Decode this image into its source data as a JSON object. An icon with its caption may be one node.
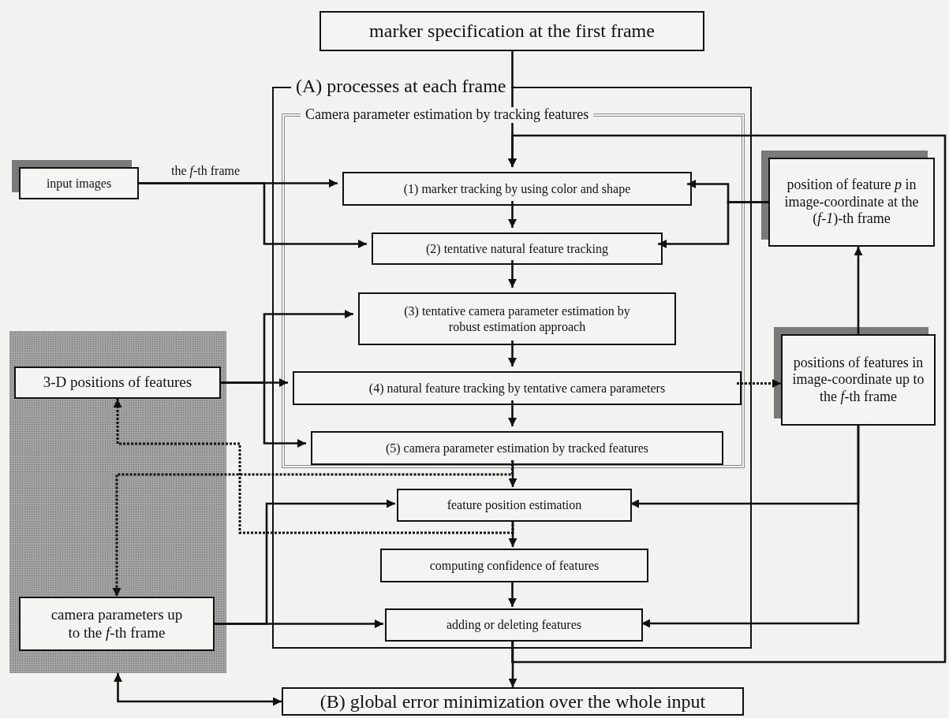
{
  "diagram": {
    "nodes": [
      {
        "text": [
          "marker specification at the first frame"
        ]
      },
      {
        "text": [
          "input images"
        ]
      },
      {
        "text": [
          "(A) processes at each frame"
        ]
      },
      {
        "text": [
          "Camera parameter estimation by tracking features"
        ],
        "in": 2
      },
      {
        "text": [
          "(1) marker tracking by using color and shape"
        ],
        "in": 3
      },
      {
        "text": [
          "(2) tentative natural feature tracking"
        ],
        "in": 3
      },
      {
        "text": [
          "(3) tentative camera parameter estimation by robust estimation approach"
        ],
        "in": 3
      },
      {
        "text": [
          "(4) natural feature tracking by tentative camera parameters"
        ],
        "in": 3
      },
      {
        "text": [
          "(5) camera parameter estimation by tracked features"
        ],
        "in": 3
      },
      {
        "text": [
          "feature position estimation"
        ],
        "in": 2
      },
      {
        "text": [
          "computing confidence of features"
        ],
        "in": 2
      },
      {
        "text": [
          "adding or deleting features"
        ],
        "in": 2
      },
      {
        "text": [
          "position of feature *p* in image-coordinate at the (*f-1*)-th frame"
        ]
      },
      {
        "text": [
          "positions of features in image-coordinate up to the *f*-th frame"
        ]
      },
      {
        "text": [],
        "shape": "box"
      },
      {
        "text": [
          "3-D positions of features"
        ],
        "in": 14
      },
      {
        "text": [
          "camera parameters up to the *f*-th frame"
        ],
        "in": 14
      },
      {
        "text": [
          "(B) global error minimization over the whole input"
        ]
      }
    ],
    "edges": [
      {
        "from": 0,
        "to": 4,
        "arrow": "to"
      },
      {
        "from": 1,
        "to": 4,
        "arrow": "to",
        "label": "the *f*-th frame"
      },
      {
        "from": 1,
        "to": 5,
        "arrow": "to"
      },
      {
        "from": 4,
        "to": 5,
        "arrow": "to"
      },
      {
        "from": 5,
        "to": 6,
        "arrow": "to"
      },
      {
        "from": 6,
        "to": 7,
        "arrow": "to"
      },
      {
        "from": 7,
        "to": 8,
        "arrow": "to"
      },
      {
        "from": 8,
        "to": 9,
        "arrow": "to"
      },
      {
        "from": 9,
        "to": 10,
        "arrow": "to"
      },
      {
        "from": 10,
        "to": 11,
        "arrow": "to"
      },
      {
        "from": 11,
        "to": 17,
        "arrow": "to"
      },
      {
        "from": 11,
        "to": 4,
        "arrow": "to"
      },
      {
        "from": 12,
        "to": 4,
        "arrow": "to"
      },
      {
        "from": 12,
        "to": 5,
        "arrow": "to"
      },
      {
        "from": 13,
        "to": 12,
        "arrow": "to"
      },
      {
        "from": 7,
        "to": 13,
        "arrow": "to",
        "style": "dashed"
      },
      {
        "from": 13,
        "to": 9,
        "arrow": "to"
      },
      {
        "from": 13,
        "to": 11,
        "arrow": "to"
      },
      {
        "from": 15,
        "to": 6,
        "arrow": "to"
      },
      {
        "from": 15,
        "to": 7,
        "arrow": "to"
      },
      {
        "from": 15,
        "to": 8,
        "arrow": "to"
      },
      {
        "from": 16,
        "to": 9,
        "arrow": "to"
      },
      {
        "from": 16,
        "to": 11,
        "arrow": "to"
      },
      {
        "from": 9,
        "to": 15,
        "arrow": "to",
        "style": "dashed"
      },
      {
        "from": 8,
        "to": 16,
        "arrow": "to",
        "style": "dashed"
      },
      {
        "from": 17,
        "to": 14,
        "arrow": "both"
      }
    ]
  }
}
